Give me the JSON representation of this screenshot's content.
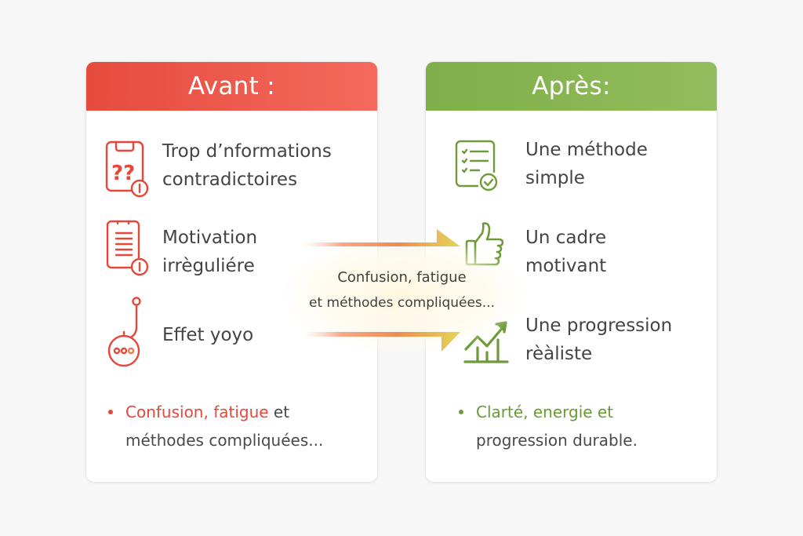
{
  "colors": {
    "before_accent": "#e5473b",
    "before_header_gradient": [
      "#e54b3e",
      "#f46a5c"
    ],
    "after_accent": "#6f9a3a",
    "after_header_gradient": [
      "#7fae4a",
      "#92bd5c"
    ],
    "arrow_gradient": [
      "#f6b9a0",
      "#ef8a50",
      "#e2d355"
    ],
    "background": "#f7f7f7",
    "text": "#444444"
  },
  "before": {
    "title": "Avant :",
    "items": [
      {
        "icon": "clipboard-question-icon",
        "line1": "Trop d’nformations",
        "line2": "contradictoires"
      },
      {
        "icon": "clipboard-list-alert-icon",
        "line1": "Motivation",
        "line2": "irrèguliére"
      },
      {
        "icon": "yoyo-icon",
        "line1": "Effet yoyo",
        "line2": ""
      }
    ],
    "summary": {
      "highlight": "Confusion, fatigue",
      "rest_line1": " et",
      "line2": "méthodes compliquées..."
    }
  },
  "after": {
    "title": "Après:",
    "items": [
      {
        "icon": "checklist-icon",
        "line1": "Une méthode",
        "line2": "simple"
      },
      {
        "icon": "thumbs-up-icon",
        "line1": "Un cadre",
        "line2": "motivant"
      },
      {
        "icon": "growth-chart-icon",
        "line1": "Une progression",
        "line2": "rèàliste"
      }
    ],
    "summary": {
      "highlight": "Clarté, energie et",
      "line2": "progression durable."
    }
  },
  "transition": {
    "line1": "Confusion, fatigue",
    "line2": "et méthodes compliquées..."
  }
}
